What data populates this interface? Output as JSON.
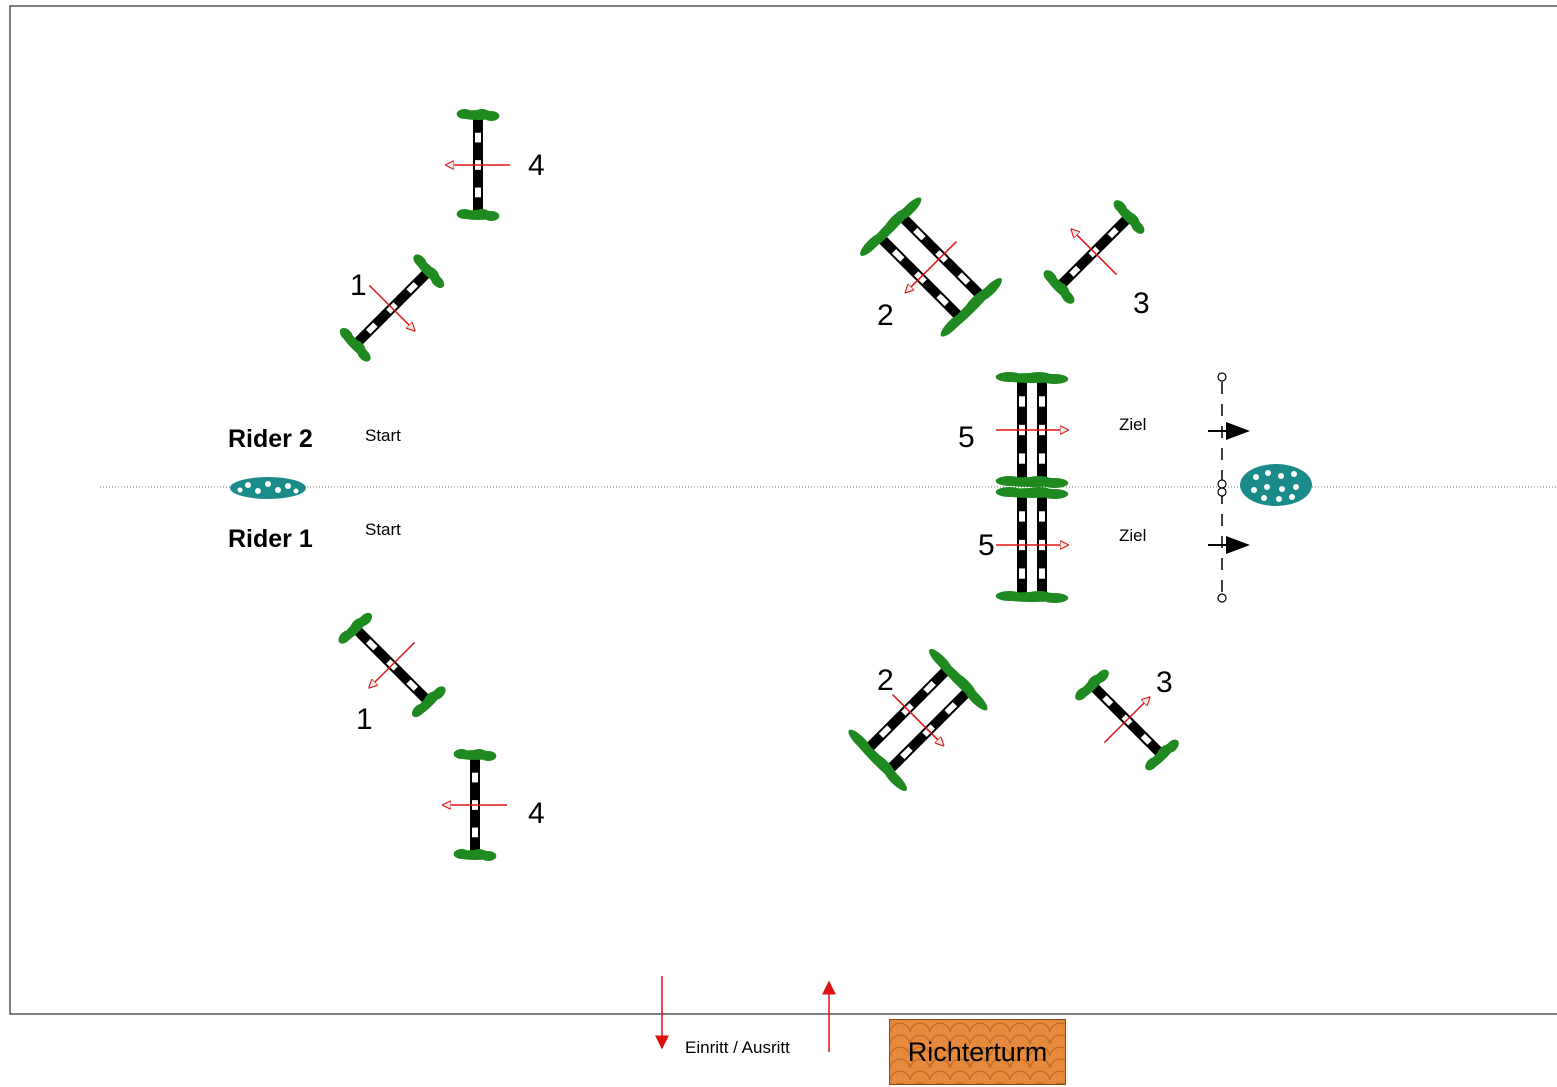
{
  "riders": [
    {
      "label": "Rider 2",
      "start_label": "Start"
    },
    {
      "label": "Rider 1",
      "start_label": "Start"
    }
  ],
  "course_top": {
    "fence_numbers": [
      "1",
      "2",
      "3",
      "4",
      "5"
    ],
    "finish_label": "Ziel"
  },
  "course_bottom": {
    "fence_numbers": [
      "1",
      "2",
      "3",
      "4",
      "5"
    ],
    "finish_label": "Ziel"
  },
  "entrance_label": "Einritt / Ausritt",
  "judges_tower_label": "Richterturm",
  "colors": {
    "arena_border": "#000000",
    "pole_dark": "#000000",
    "pole_light": "#ffffff",
    "foliage": "#1f8a1f",
    "direction_arrow": "#e01010",
    "flowers": "#1a8a8a",
    "tower": "#e58a3d"
  }
}
